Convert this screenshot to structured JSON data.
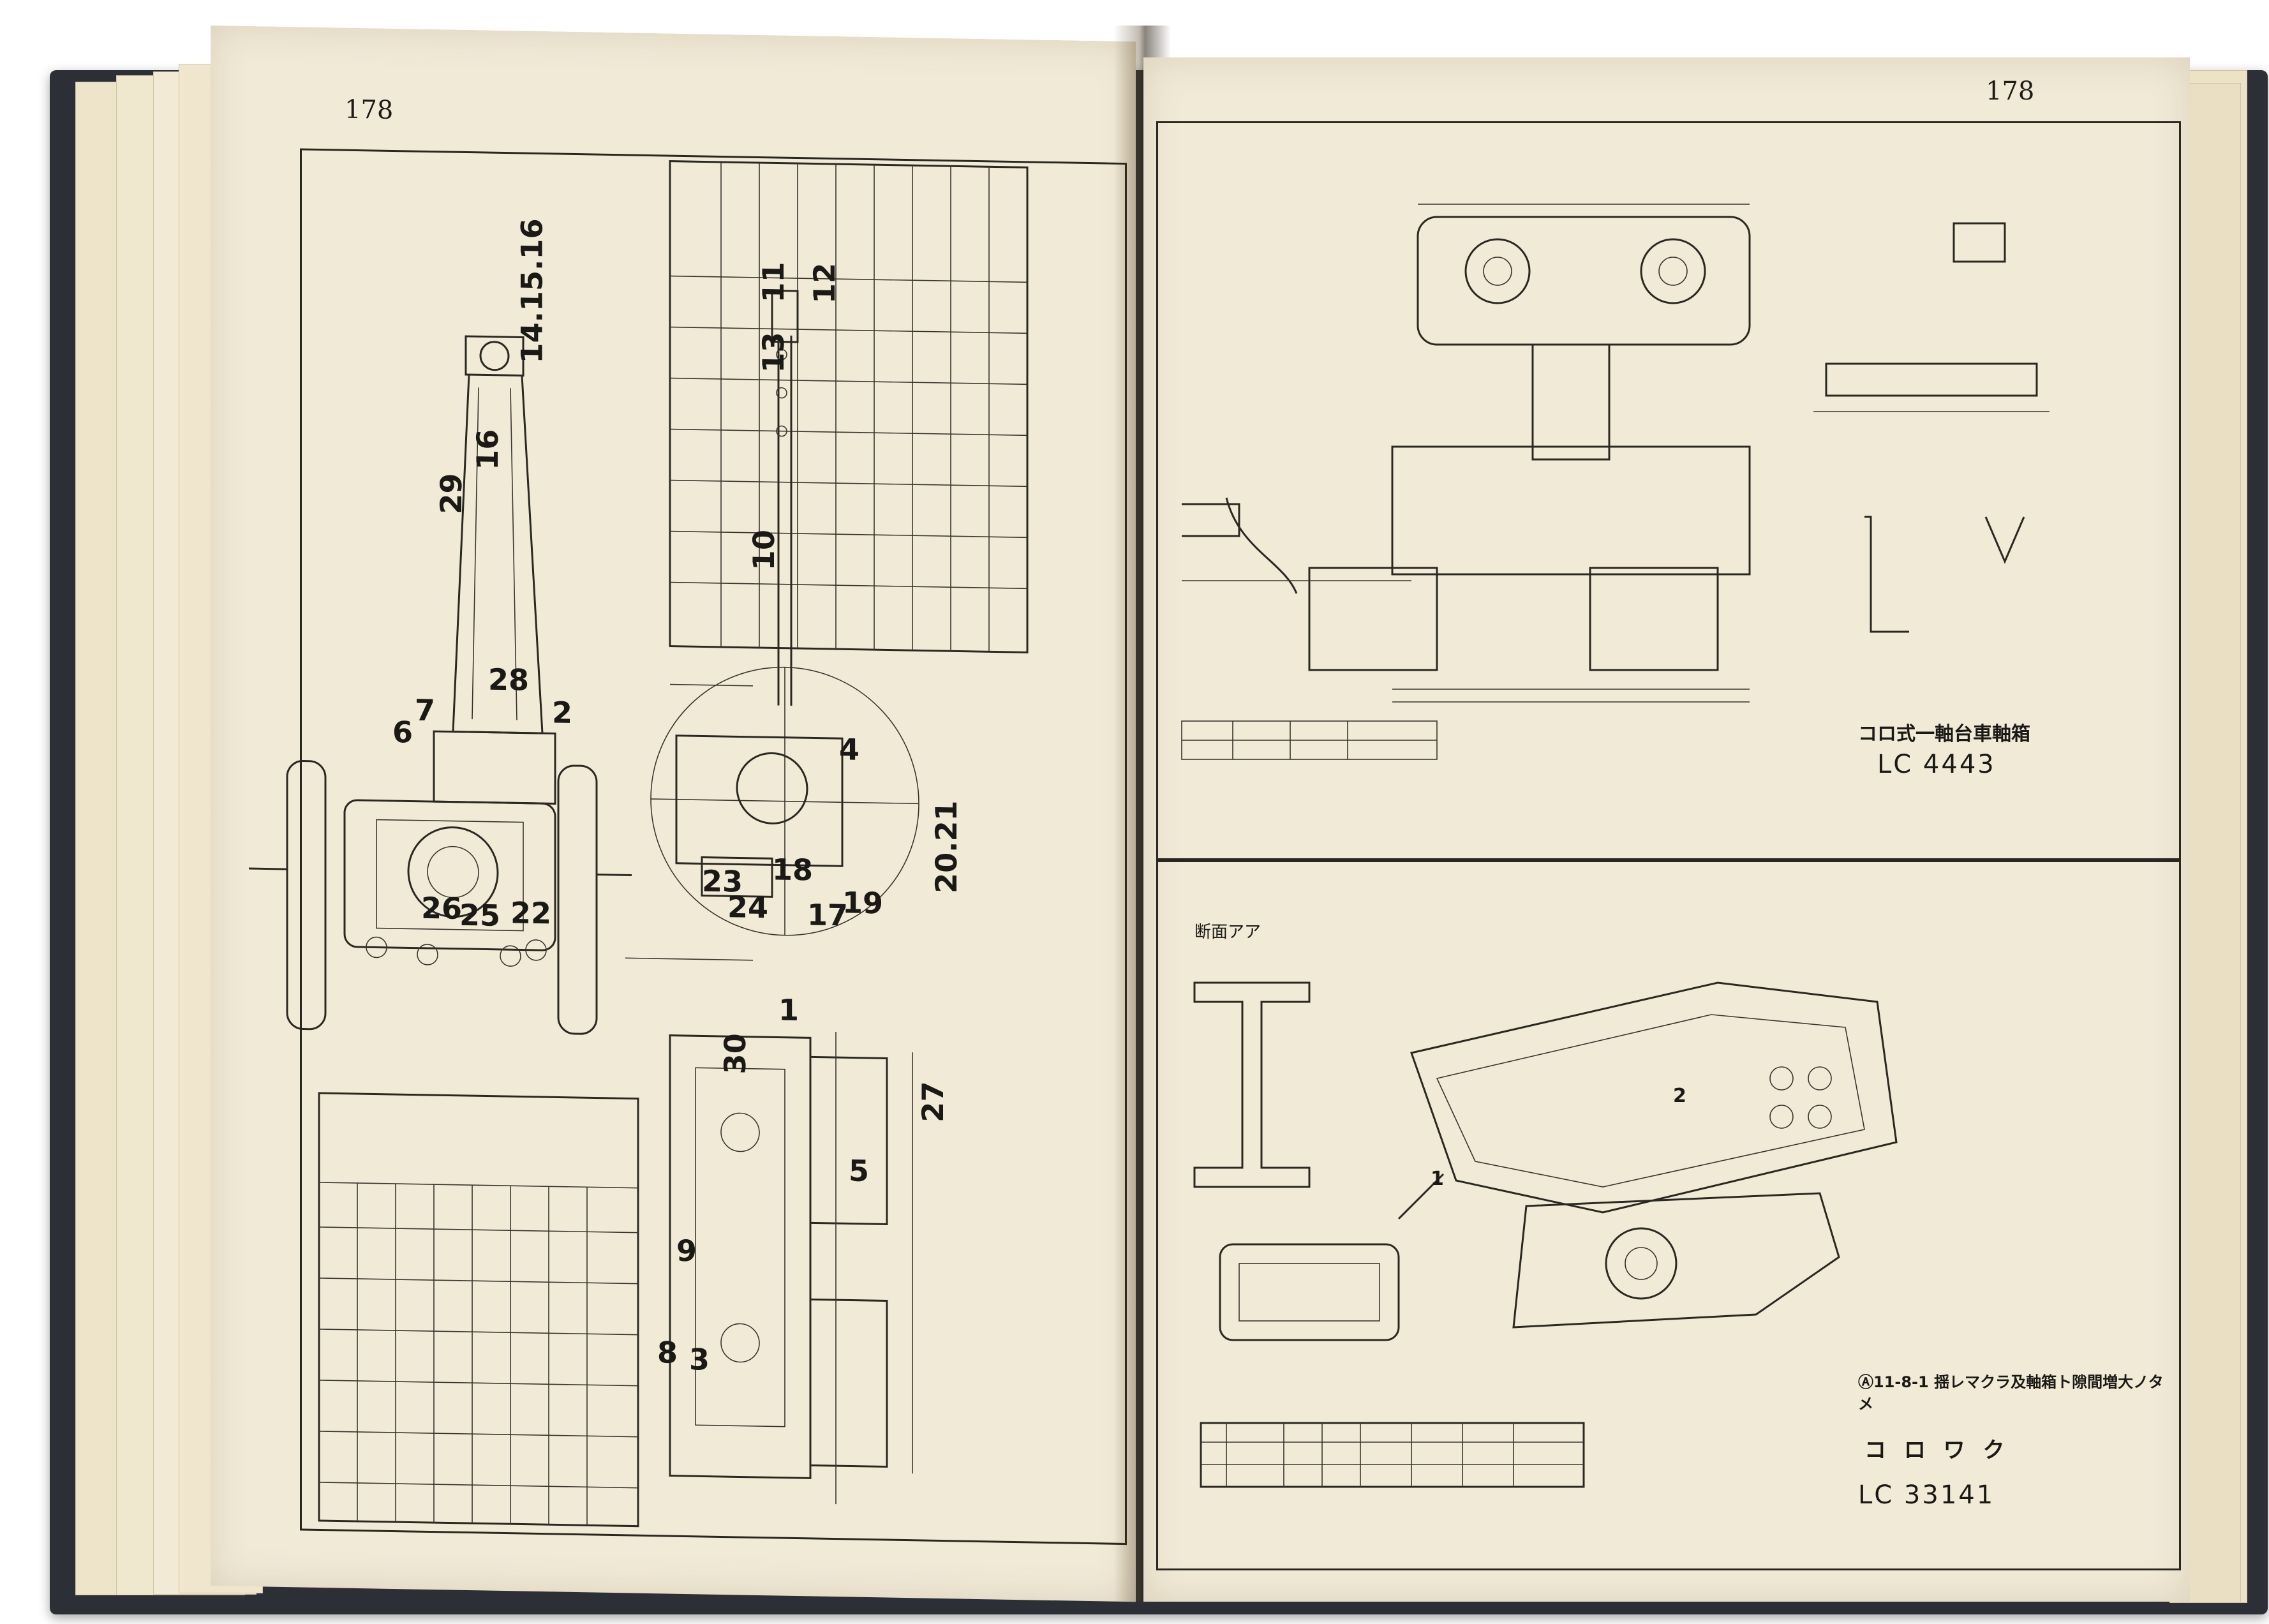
{
  "left_page": {
    "page_number": "178",
    "callouts": [
      "29",
      "16",
      "14.15.16",
      "6",
      "7",
      "28",
      "2",
      "26",
      "25",
      "22",
      "11",
      "12",
      "13",
      "10",
      "4",
      "23",
      "24",
      "18",
      "17",
      "19",
      "20.21",
      "1",
      "30",
      "27",
      "5",
      "9",
      "8",
      "3"
    ]
  },
  "right_page": {
    "page_number": "178",
    "upper_drawing": {
      "title": "コロ式一軸台車軸箱",
      "code": "LC 4443"
    },
    "lower_drawing": {
      "section_label": "断面アア",
      "revision_note": "Ⓐ11-8-1 揺レマクラ及軸箱ト隙間増大ノタメ",
      "title": "コ ロ ワ ク",
      "code": "LC 33141",
      "part_callouts": [
        "1",
        "2"
      ]
    }
  }
}
